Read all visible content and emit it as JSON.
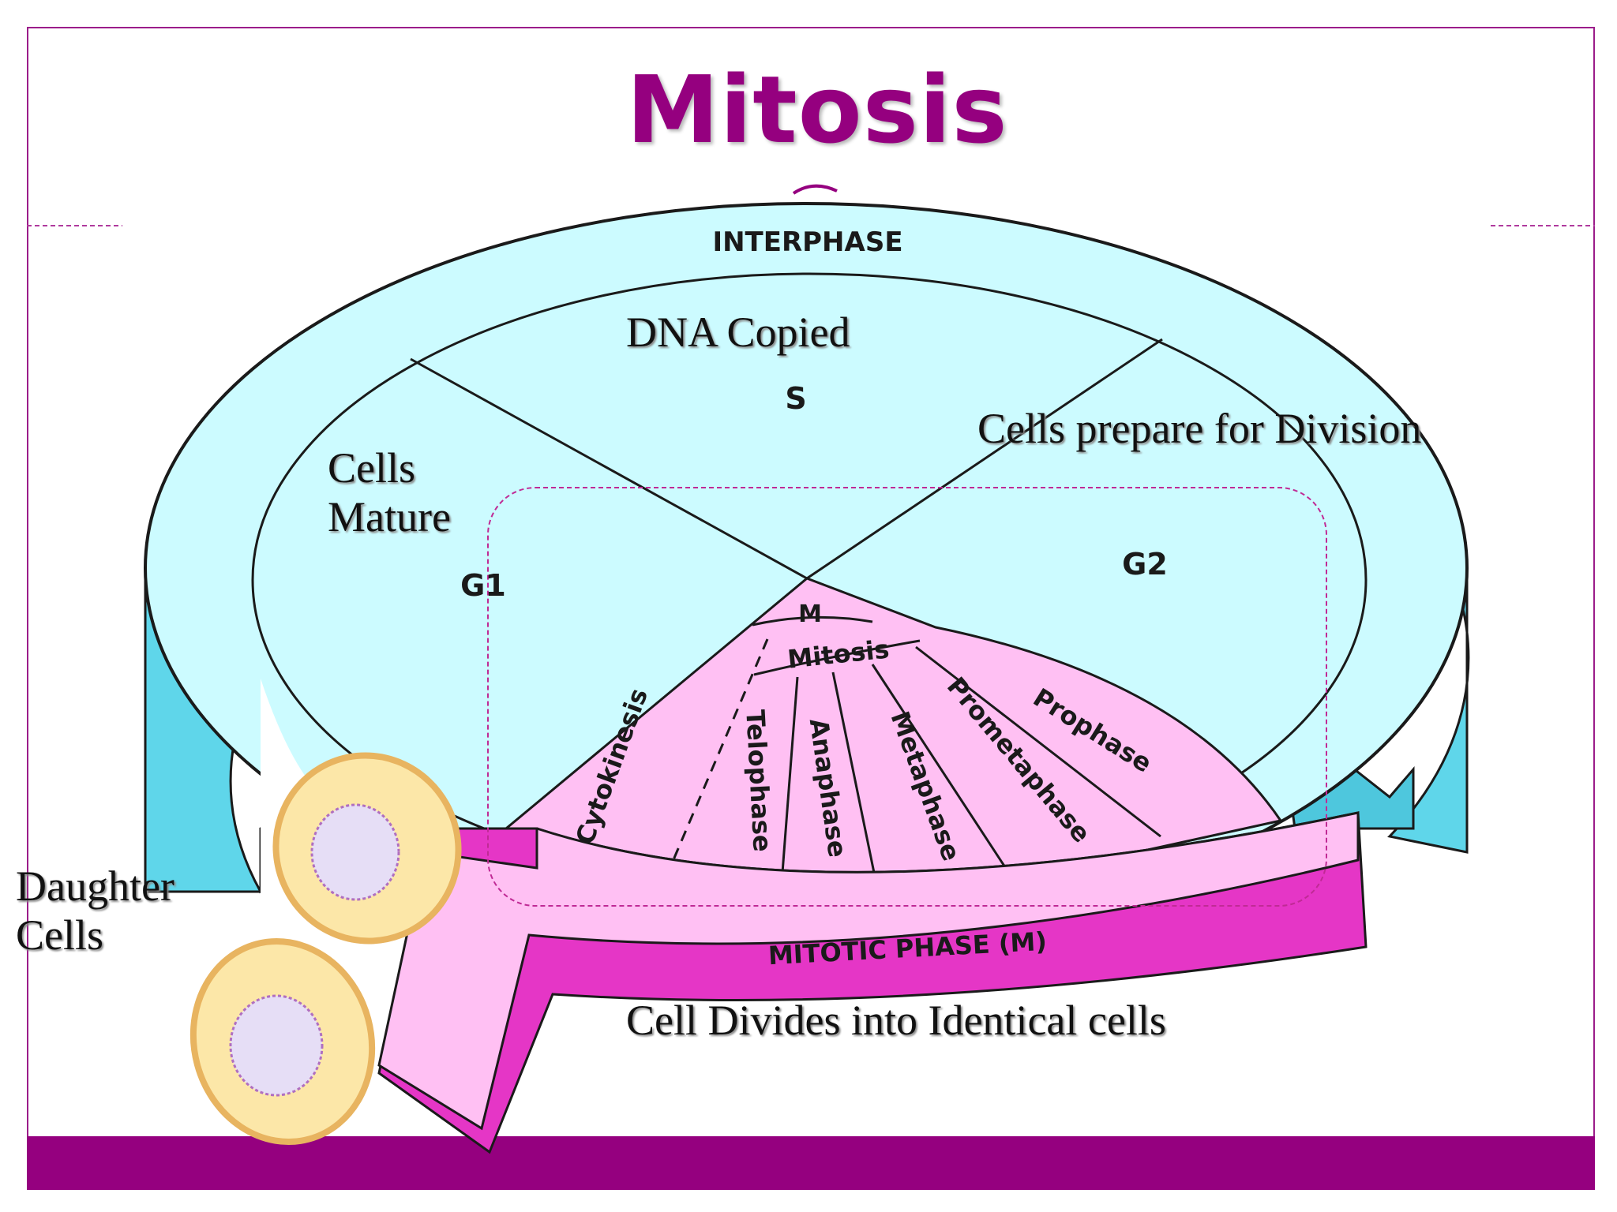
{
  "slide": {
    "title": "Mitosis",
    "colors": {
      "accent": "#95007f",
      "interphase_fill": "#ccfbff",
      "interphase_side": "#5fd6ea",
      "mitotic_fill": "#ffc0f3",
      "mitotic_side": "#e536c6",
      "cell_fill": "#fce7a8",
      "nucleus_fill": "#e6def6"
    }
  },
  "diagram": {
    "ring_label": "INTERPHASE",
    "phases": {
      "s": "S",
      "g1": "G1",
      "g2": "G2",
      "m": "M"
    },
    "mitosis_label": "Mitosis",
    "stages": [
      "Cytokinesis",
      "Telophase",
      "Anaphase",
      "Metaphase",
      "Prometaphase",
      "Prophase"
    ],
    "arrow_label": "MITOTIC PHASE (M)"
  },
  "annotations": {
    "dna_copied": "DNA Copied",
    "cells_prepare": "Cells prepare for Division",
    "cells_mature_line1": "Cells",
    "cells_mature_line2": "Mature",
    "daughter_line1": "Daughter",
    "daughter_line2": "Cells",
    "cell_divides": "Cell Divides into Identical cells"
  }
}
